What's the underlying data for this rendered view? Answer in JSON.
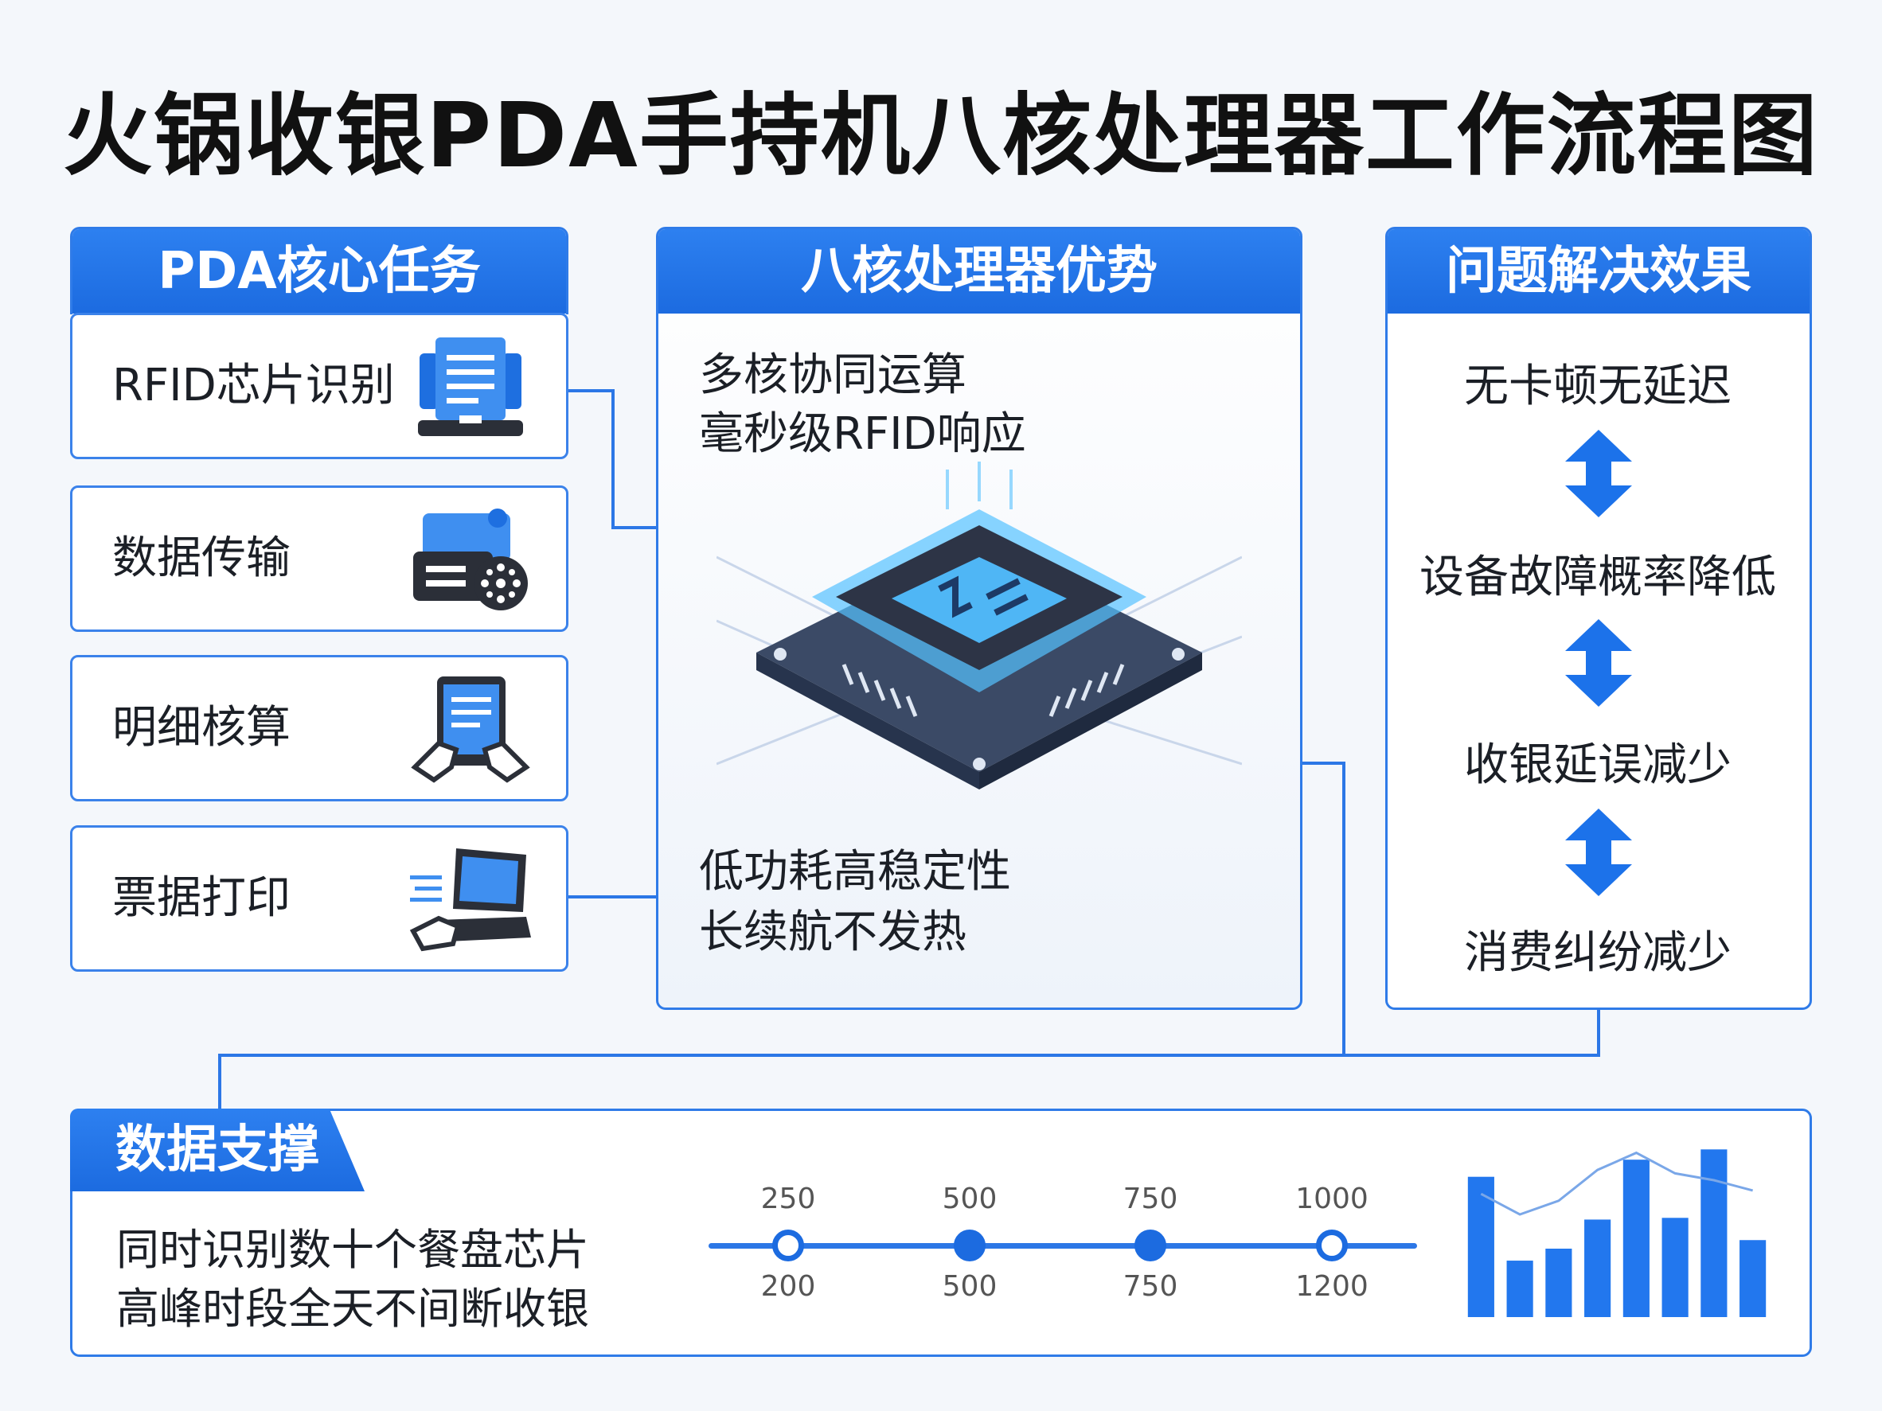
{
  "title": "火锅收银PDA手持机八核处理器工作流程图",
  "left_panel": {
    "header": "PDA核心任务",
    "tasks": [
      {
        "label": "RFID芯片识别",
        "icon": "document-scanner-icon"
      },
      {
        "label": "数据传输",
        "icon": "data-transfer-icon"
      },
      {
        "label": "明细核算",
        "icon": "tablet-hands-icon"
      },
      {
        "label": "票据打印",
        "icon": "laptop-typing-icon"
      }
    ]
  },
  "center_panel": {
    "header": "八核处理器优势",
    "lines_top": [
      "多核协同运算",
      "毫秒级RFID响应"
    ],
    "lines_bottom": [
      "低功耗高稳定性",
      "长续航不发热"
    ],
    "chip_icon": "processor-chip-icon"
  },
  "right_panel": {
    "header": "问题解决效果",
    "effects": [
      "无卡顿无延迟",
      "设备故障概率降低",
      "收银延误减少",
      "消费纠纷减少"
    ]
  },
  "bottom_panel": {
    "header": "数据支撑",
    "lines": [
      "同时识别数十个餐盘芯片",
      "高峰时段全天不间断收银"
    ],
    "timeline": {
      "top_labels": [
        "250",
        "500",
        "750",
        "1000"
      ],
      "bottom_labels": [
        "200",
        "500",
        "750",
        "1200"
      ],
      "node_fill": [
        "hollow",
        "filled",
        "filled",
        "hollow"
      ]
    }
  },
  "chart_data": {
    "type": "bar",
    "values": [
      0.82,
      0.33,
      0.4,
      0.57,
      0.92,
      0.58,
      0.98,
      0.45
    ],
    "overlay_line": [
      0.72,
      0.6,
      0.68,
      0.86,
      0.96,
      0.84,
      0.8,
      0.74
    ],
    "bar_color": "#2277ee",
    "line_color": "#7aa7e8"
  },
  "colors": {
    "accent": "#2f7be8",
    "header": "#1c6be0"
  }
}
